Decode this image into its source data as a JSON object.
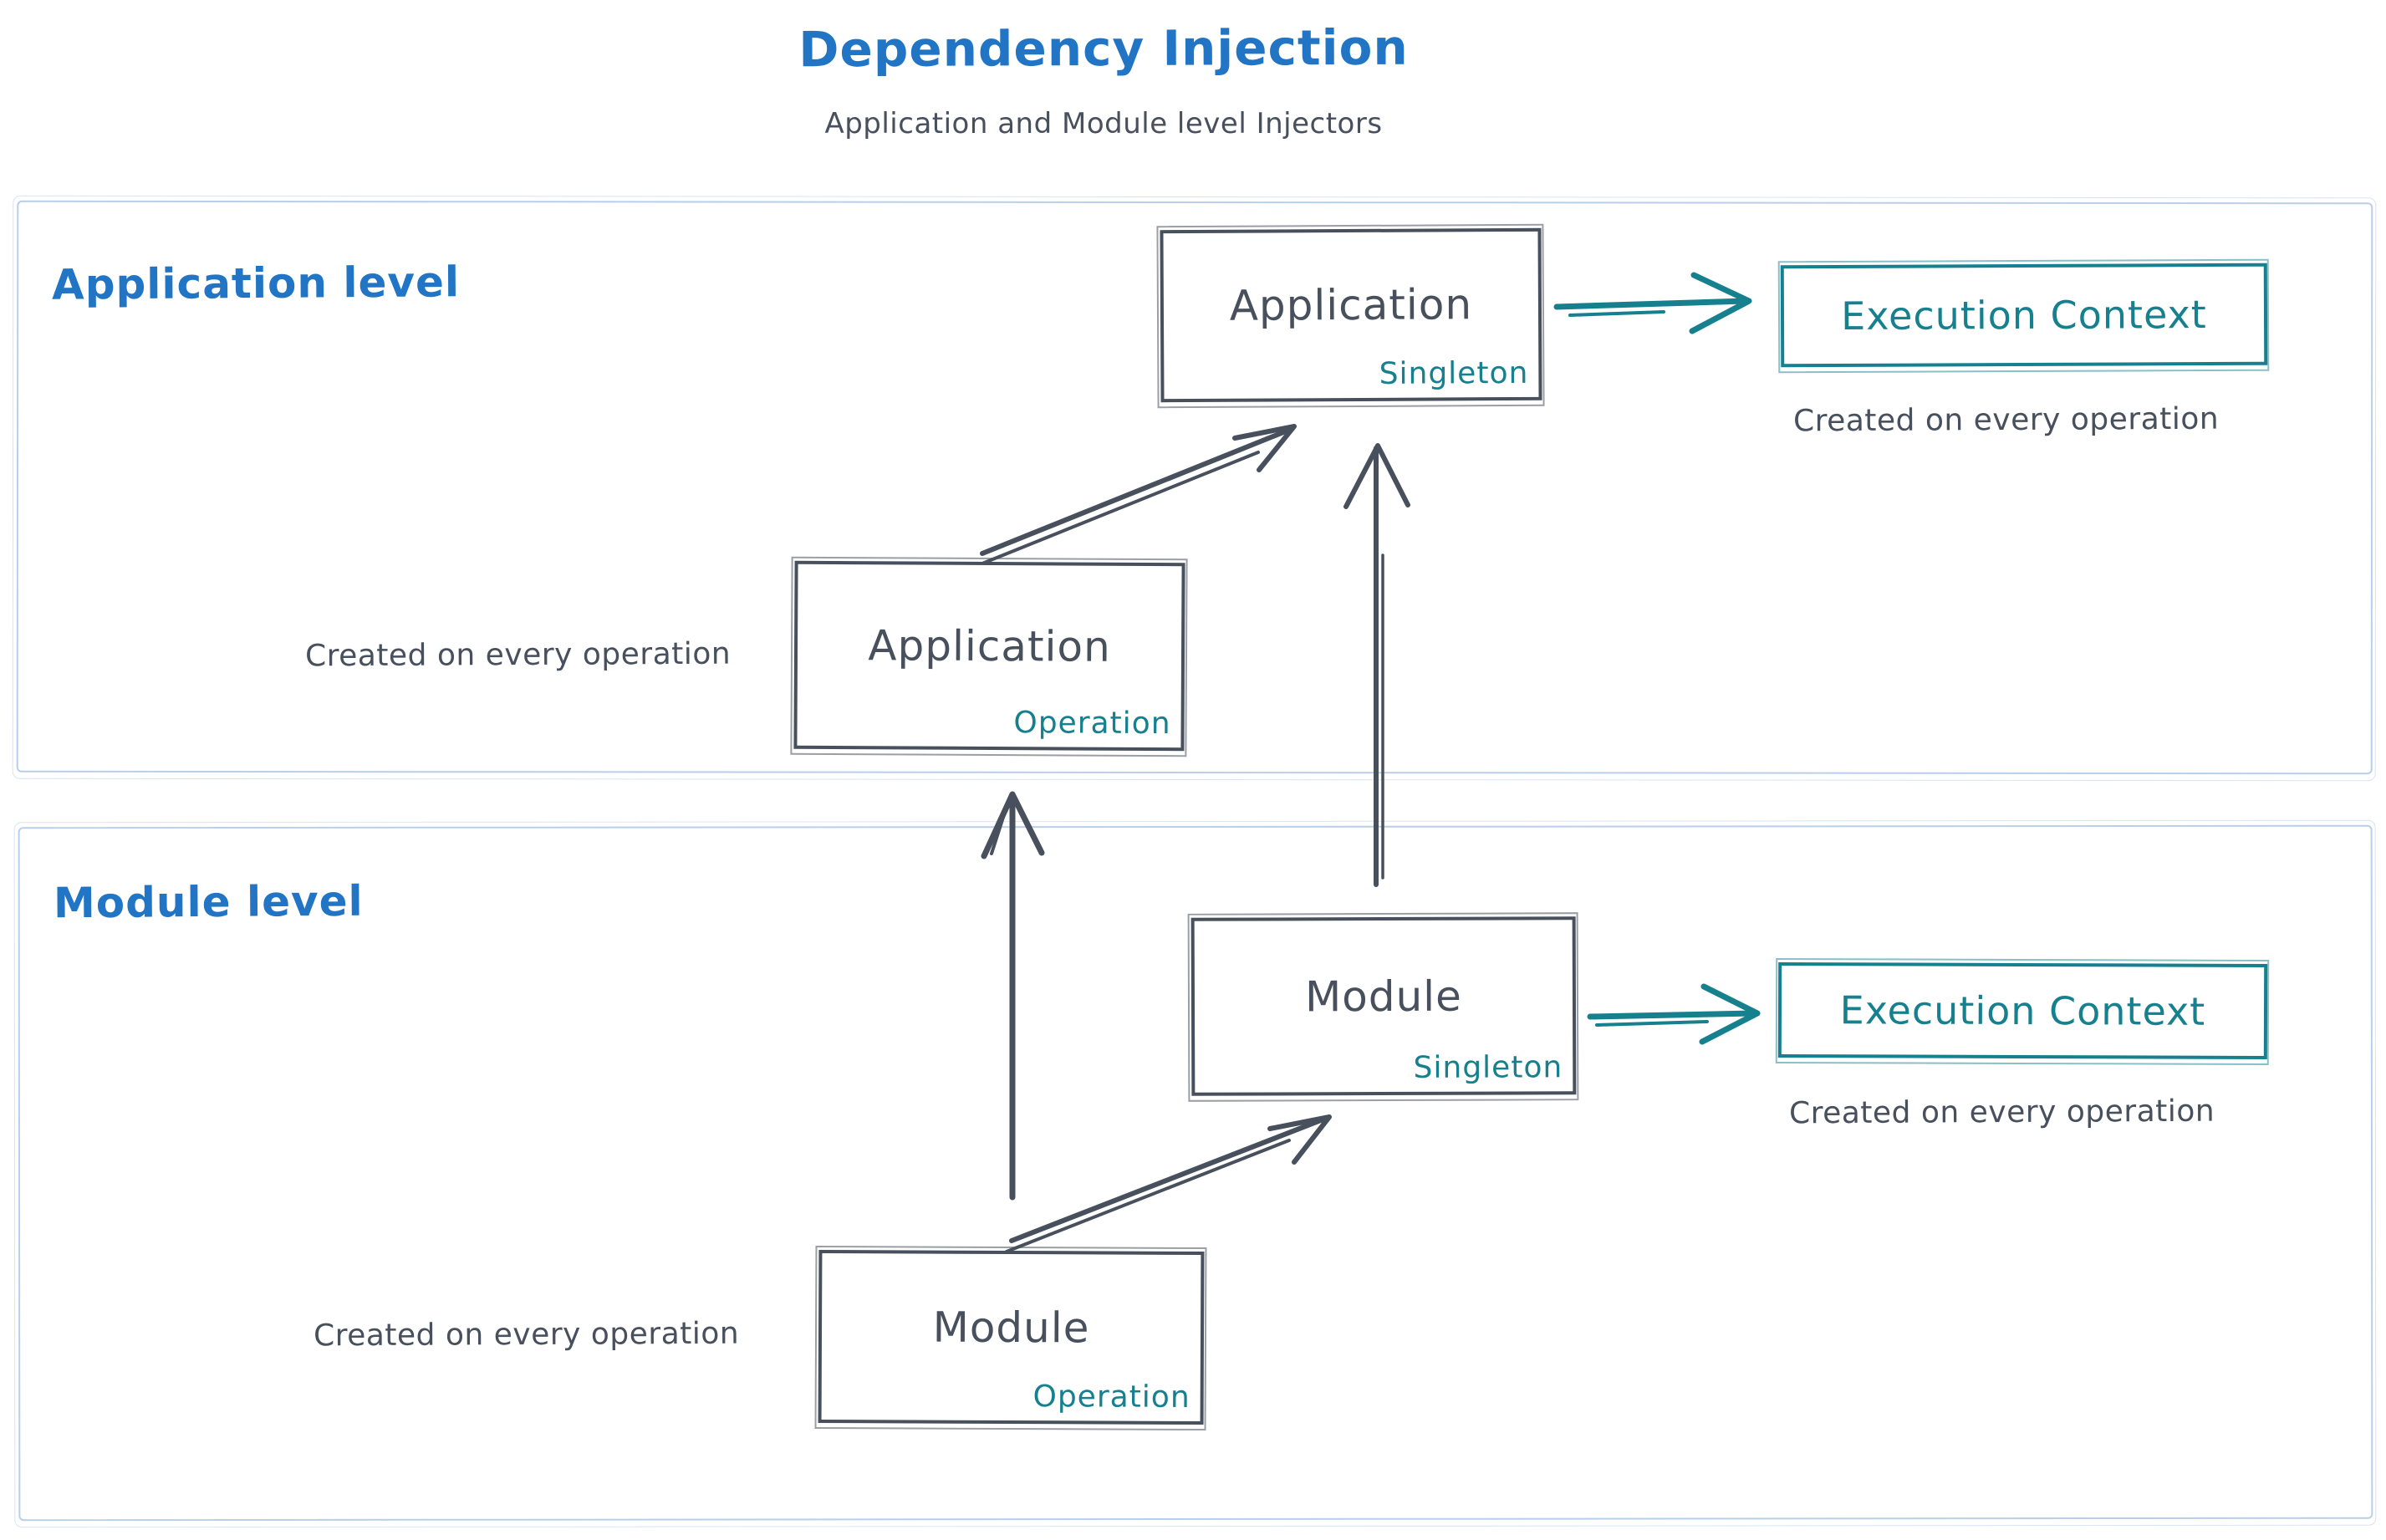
{
  "title": "Dependency Injection",
  "subtitle": "Application and Module level Injectors",
  "colors": {
    "blue": "#2175c4",
    "dark": "#47505c",
    "teal": "#16808f",
    "regionBorder": "#b9cfe9",
    "bg": "#ffffff"
  },
  "regions": {
    "application": {
      "label": "Application level"
    },
    "module": {
      "label": "Module level"
    }
  },
  "nodes": {
    "app_singleton": {
      "name": "Application",
      "scope": "Singleton"
    },
    "app_operation": {
      "name": "Application",
      "scope": "Operation"
    },
    "module_singleton": {
      "name": "Module",
      "scope": "Singleton"
    },
    "module_operation": {
      "name": "Module",
      "scope": "Operation"
    },
    "app_execution_context": {
      "label": "Execution Context",
      "caption": "Created on every operation"
    },
    "module_execution_context": {
      "label": "Execution Context",
      "caption": "Created on every operation"
    }
  },
  "captions": {
    "app_operation": "Created on every operation",
    "module_operation": "Created on every operation"
  },
  "edges": [
    {
      "from": "Application Operation",
      "to": "Application Singleton"
    },
    {
      "from": "Module Singleton",
      "to": "Application Singleton"
    },
    {
      "from": "Module Operation",
      "to": "Application Operation"
    },
    {
      "from": "Module Operation",
      "to": "Module Singleton"
    },
    {
      "from": "Application Singleton",
      "to": "Execution Context (application)"
    },
    {
      "from": "Module Singleton",
      "to": "Execution Context (module)"
    }
  ]
}
